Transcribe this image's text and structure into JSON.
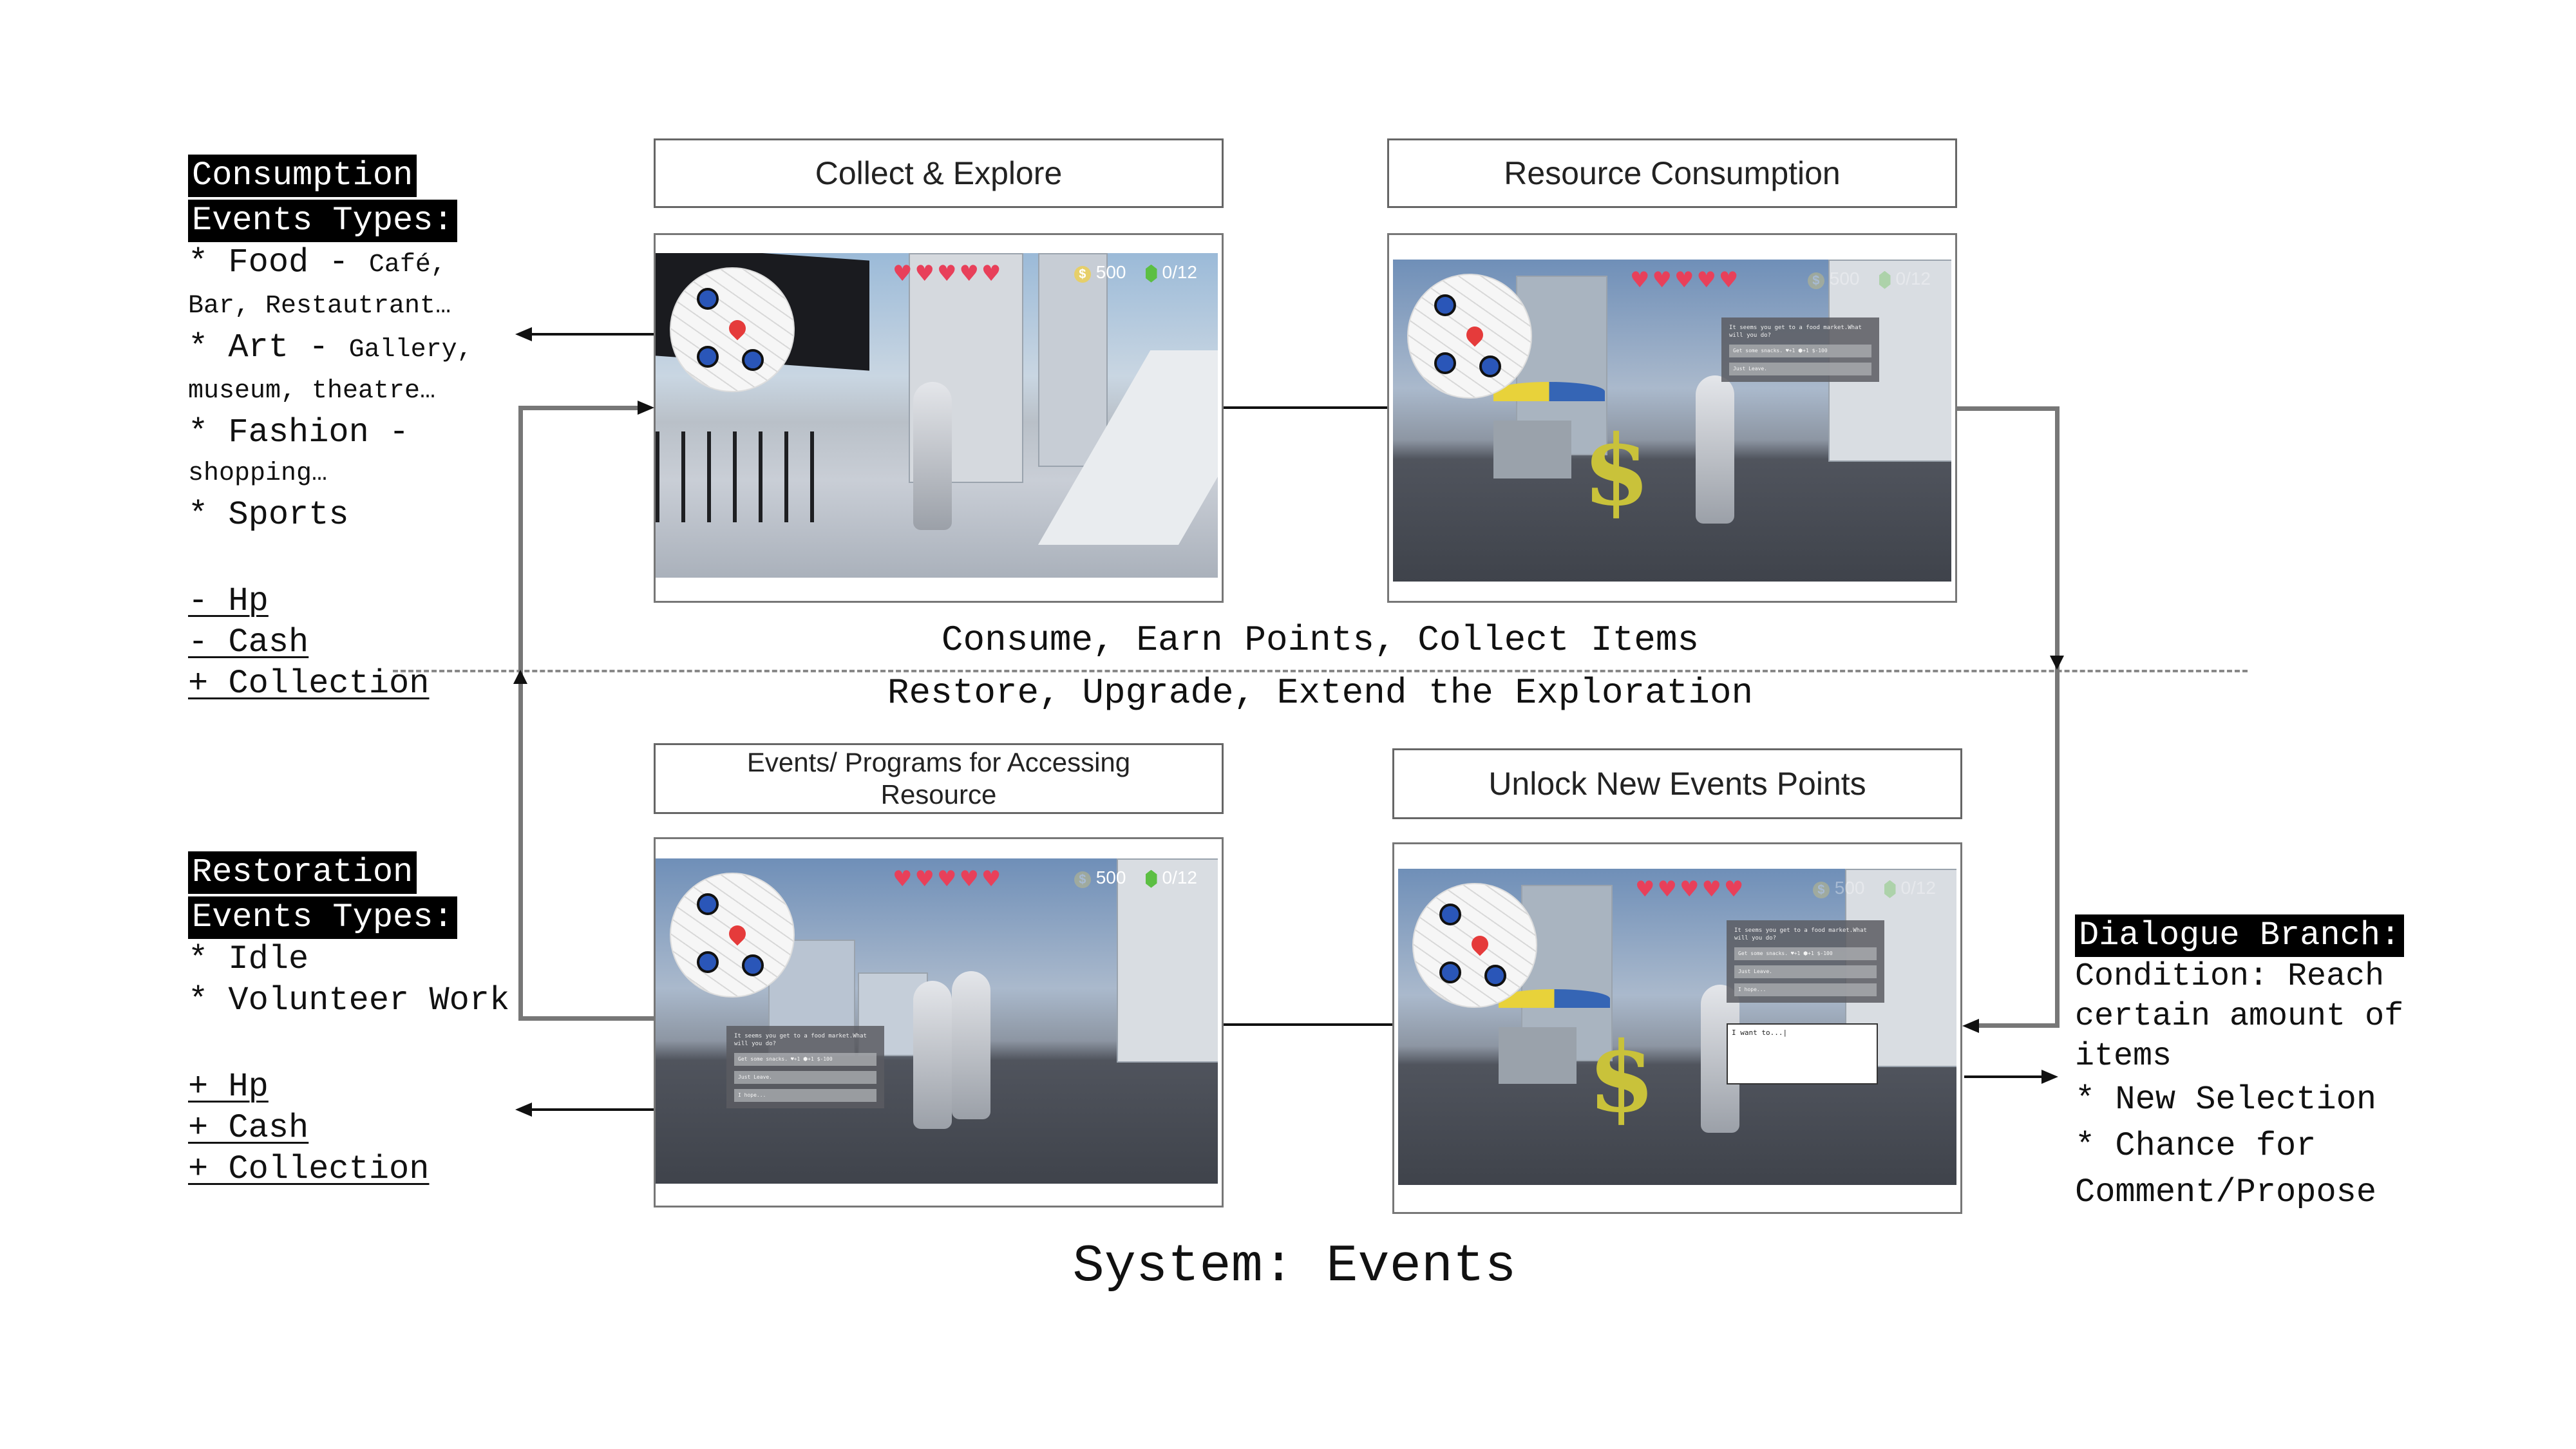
{
  "title": "System: Events",
  "consumption": {
    "heading": [
      "Consumption",
      "Events Types:"
    ],
    "items": [
      {
        "main": "* Food - ",
        "sub": "Café,"
      },
      {
        "main": "",
        "sub": "Bar, Restautrant…"
      },
      {
        "main": "* Art - ",
        "sub": "Gallery,"
      },
      {
        "main": "",
        "sub": "museum, theatre…"
      },
      {
        "main": "* Fashion -",
        "sub": ""
      },
      {
        "main": "",
        "sub": "shopping…"
      },
      {
        "main": "* Sports",
        "sub": ""
      }
    ],
    "effects": [
      "- Hp",
      "- Cash",
      "+ Collection"
    ]
  },
  "restoration": {
    "heading": [
      "Restoration",
      "Events Types:"
    ],
    "items": [
      "* Idle",
      "* Volunteer Work"
    ],
    "effects": [
      "+ Hp",
      "+ Cash",
      "+ Collection"
    ]
  },
  "dialogue_branch": {
    "heading": "Dialogue Branch:",
    "lines": [
      "Condition: Reach",
      "certain amount of",
      "items",
      "* New Selection",
      "* Chance for",
      "Comment/Propose"
    ]
  },
  "boxes": {
    "collect": "Collect & Explore",
    "resource": "Resource Consumption",
    "programs": [
      "Events/ Programs for Accessing",
      "Resource"
    ],
    "unlock": "Unlock New Events Points"
  },
  "middle": {
    "top": "Consume, Earn Points, Collect Items",
    "bottom": "Restore, Upgrade, Extend the Exploration"
  },
  "hud": {
    "hearts": "♥♥♥♥♥",
    "hp": 5,
    "cash": "500",
    "collection": "0/12",
    "coin_symbol": "$"
  },
  "dialog": {
    "prompt": "It seems you get to a food market.What will you do?",
    "options": [
      "Get some snacks. ♥+1 ⬢+1 $-100",
      "Just Leave.",
      "I hope..."
    ],
    "input": "I want to...|"
  },
  "colors": {
    "heart": "#e8405a",
    "coin": "#e6cf6a",
    "gem": "#5cbf43",
    "pin": "#e53b3b",
    "poi": "#2a56b8"
  }
}
